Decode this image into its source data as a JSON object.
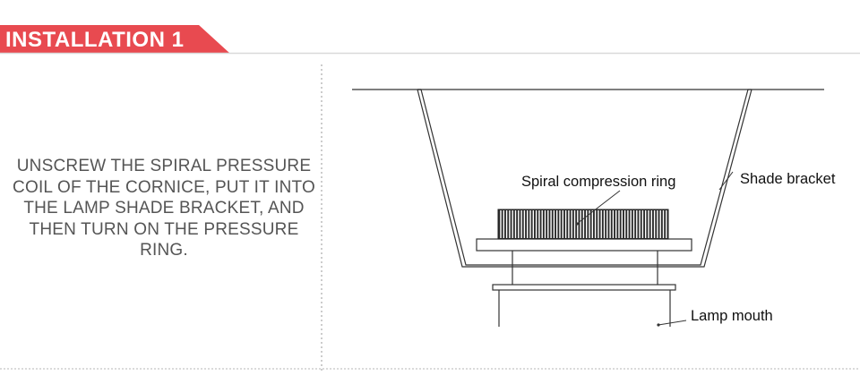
{
  "header": {
    "title": "INSTALLATION 1",
    "accent_color": "#e84a50",
    "line_color": "#d9d9d9"
  },
  "instruction": {
    "text": "UNSCREW THE SPIRAL PRESSURE COIL OF THE CORNICE, PUT IT INTO THE LAMP SHADE BRACKET, AND THEN TURN ON THE PRESSURE RING."
  },
  "diagram": {
    "labels": {
      "ring": "Spiral compression ring",
      "bracket": "Shade bracket",
      "mouth": "Lamp mouth"
    },
    "line_color": "#333333"
  }
}
